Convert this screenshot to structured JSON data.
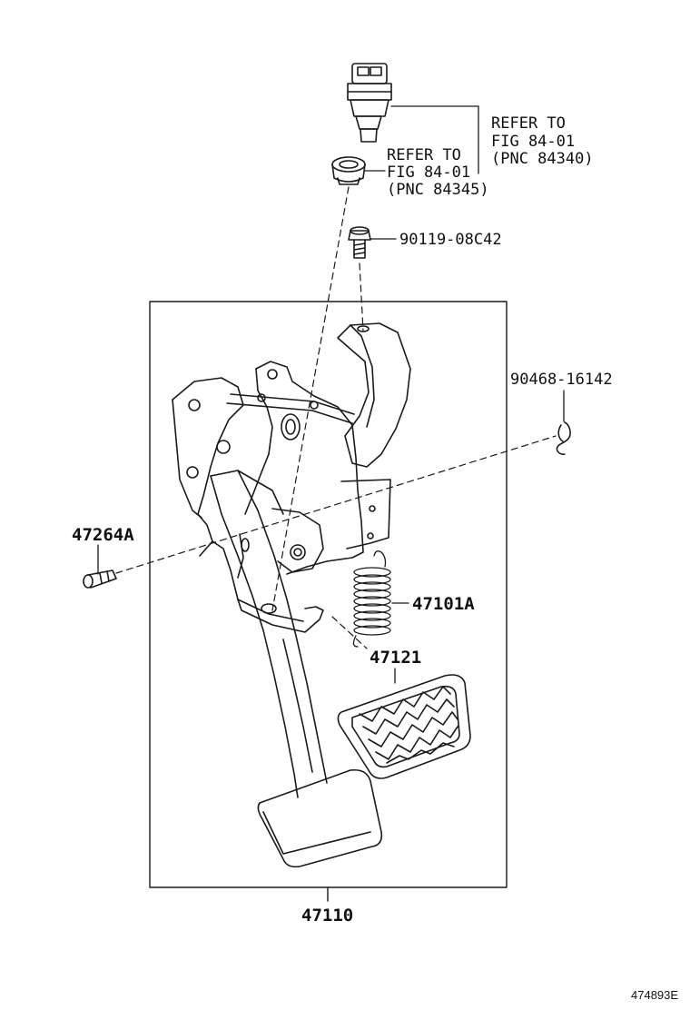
{
  "refs": {
    "switch": {
      "line1": "REFER TO",
      "line2": "FIG 84-01",
      "line3": "(PNC 84340)"
    },
    "cushion": {
      "line1": "REFER TO",
      "line2": "FIG 84-01",
      "line3": "(PNC 84345)"
    }
  },
  "labels": {
    "bolt": "90119-08C42",
    "clip": "90468-16142",
    "pin": "47264A",
    "spring": "47101A",
    "pad": "47121",
    "assembly": "47110"
  },
  "figure_id": "474893E",
  "colors": {
    "ink": "#1a1a1a",
    "paper": "#ffffff"
  }
}
